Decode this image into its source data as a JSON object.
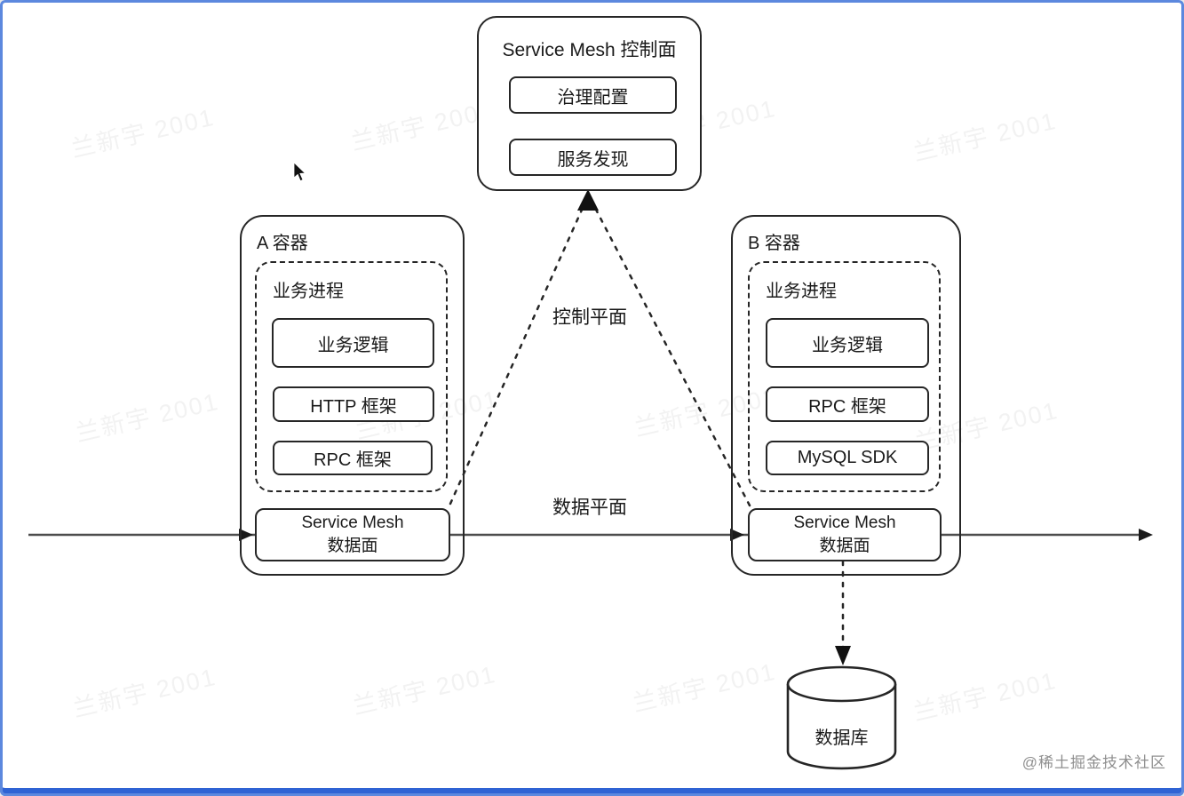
{
  "watermark": {
    "text": "兰新宇 2001"
  },
  "credit": {
    "text": "@稀土掘金技术社区"
  },
  "control_plane": {
    "title": "Service Mesh 控制面",
    "items": [
      {
        "label": "治理配置"
      },
      {
        "label": "服务发现"
      }
    ]
  },
  "containers": {
    "a": {
      "title": "A 容器",
      "process": {
        "title": "业务进程",
        "items": [
          {
            "label": "业务逻辑"
          },
          {
            "label": "HTTP 框架"
          },
          {
            "label": "RPC 框架"
          }
        ]
      },
      "data_plane": {
        "line1": "Service Mesh",
        "line2": "数据面"
      }
    },
    "b": {
      "title": "B 容器",
      "process": {
        "title": "业务进程",
        "items": [
          {
            "label": "业务逻辑"
          },
          {
            "label": "RPC 框架"
          },
          {
            "label": "MySQL SDK"
          }
        ]
      },
      "data_plane": {
        "line1": "Service Mesh",
        "line2": "数据面"
      }
    }
  },
  "edges": {
    "control_plane_label": "控制平面",
    "data_plane_label": "数据平面"
  },
  "database": {
    "label": "数据库"
  },
  "colors": {
    "line": "#4d4d4d",
    "box_border": "#262626",
    "frame_border": "#5c88de",
    "frame_border_bottom": "#2f63d4"
  }
}
